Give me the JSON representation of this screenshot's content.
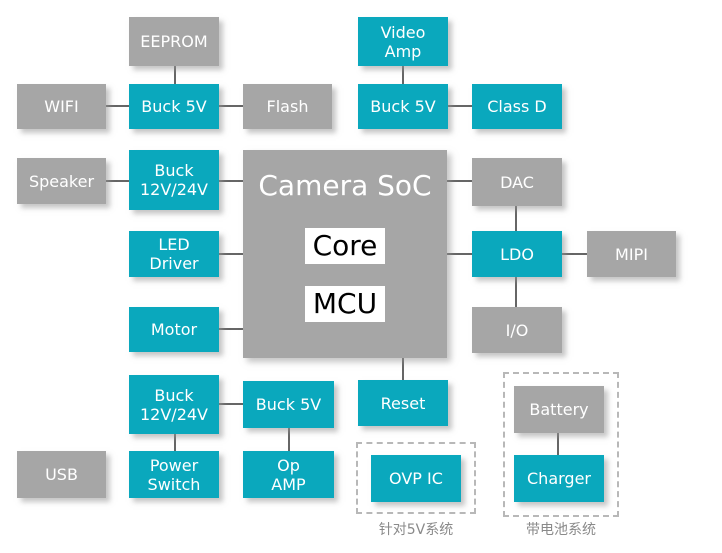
{
  "soc": {
    "title": "Camera SoC",
    "core": "Core",
    "mcu": "MCU"
  },
  "blocks": {
    "eeprom": "EEPROM",
    "wifi": "WIFI",
    "buck5v_left": "Buck 5V",
    "flash": "Flash",
    "speaker": "Speaker",
    "buck_12_24_top": "Buck\n12V/24V",
    "led_driver": "LED\nDriver",
    "motor": "Motor",
    "buck_12_24_bottom": "Buck\n12V/24V",
    "buck5v_bottom": "Buck 5V",
    "usb": "USB",
    "power_switch": "Power\nSwitch",
    "op_amp": "Op\nAMP",
    "video_amp": "Video\nAmp",
    "buck5v_right": "Buck 5V",
    "class_d": "Class D",
    "dac": "DAC",
    "ldo": "LDO",
    "mipi": "MIPI",
    "io": "I/O",
    "reset": "Reset",
    "ovp_ic": "OVP IC",
    "battery": "Battery",
    "charger": "Charger"
  },
  "groups": {
    "ovp_caption": "针对5V系统",
    "battery_caption": "带电池系统"
  },
  "colors": {
    "teal_block": "#0aa8bd",
    "gray_block": "#a6a6a6",
    "connector_line": "#333333",
    "group_border": "#b8b8b8"
  }
}
